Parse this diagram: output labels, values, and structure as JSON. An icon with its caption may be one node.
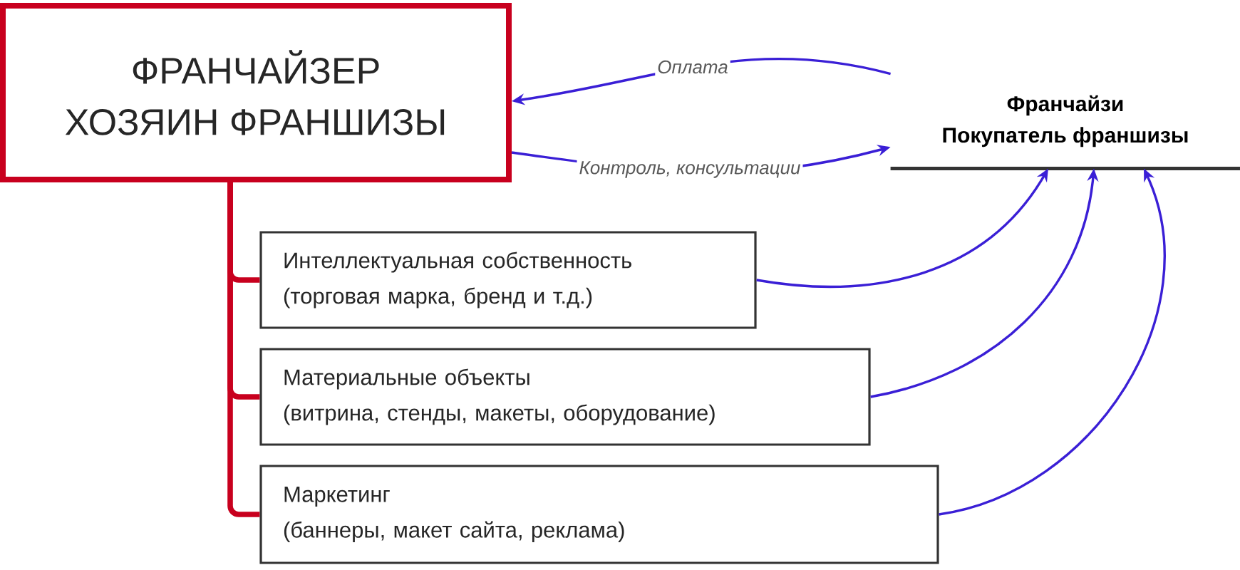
{
  "diagram": {
    "nodes": [
      {
        "text": [
          "ФРАНЧАЙЗЕР",
          "ХОЗЯИН ФРАНШИЗЫ"
        ]
      },
      {
        "text": [
          "Франчайзи",
          "Покупатель франшизы"
        ]
      },
      {
        "text": [
          "Интеллектуальная собственность",
          "(торговая марка, бренд и т.д.)"
        ]
      },
      {
        "text": [
          "Материальные объекты",
          "(витрина, стенды, макеты, оборудование)"
        ]
      },
      {
        "text": [
          "Маркетинг",
          "(баннеры, макет сайта, реклама)"
        ]
      }
    ],
    "edges": [
      {
        "from": 1,
        "to": 0,
        "arrow": "to",
        "label": "Оплата"
      },
      {
        "from": 0,
        "to": 1,
        "arrow": "to",
        "label": "Контроль, консультации"
      },
      {
        "from": 2,
        "to": 1,
        "arrow": "to"
      },
      {
        "from": 3,
        "to": 1,
        "arrow": "to"
      },
      {
        "from": 4,
        "to": 1,
        "arrow": "to"
      },
      {
        "from": 0,
        "to": 2,
        "arrow": "none",
        "style": "thick",
        "color": "#c8001e"
      },
      {
        "from": 0,
        "to": 3,
        "arrow": "none",
        "style": "thick",
        "color": "#c8001e"
      },
      {
        "from": 0,
        "to": 4,
        "arrow": "none",
        "style": "thick",
        "color": "#c8001e"
      }
    ]
  }
}
